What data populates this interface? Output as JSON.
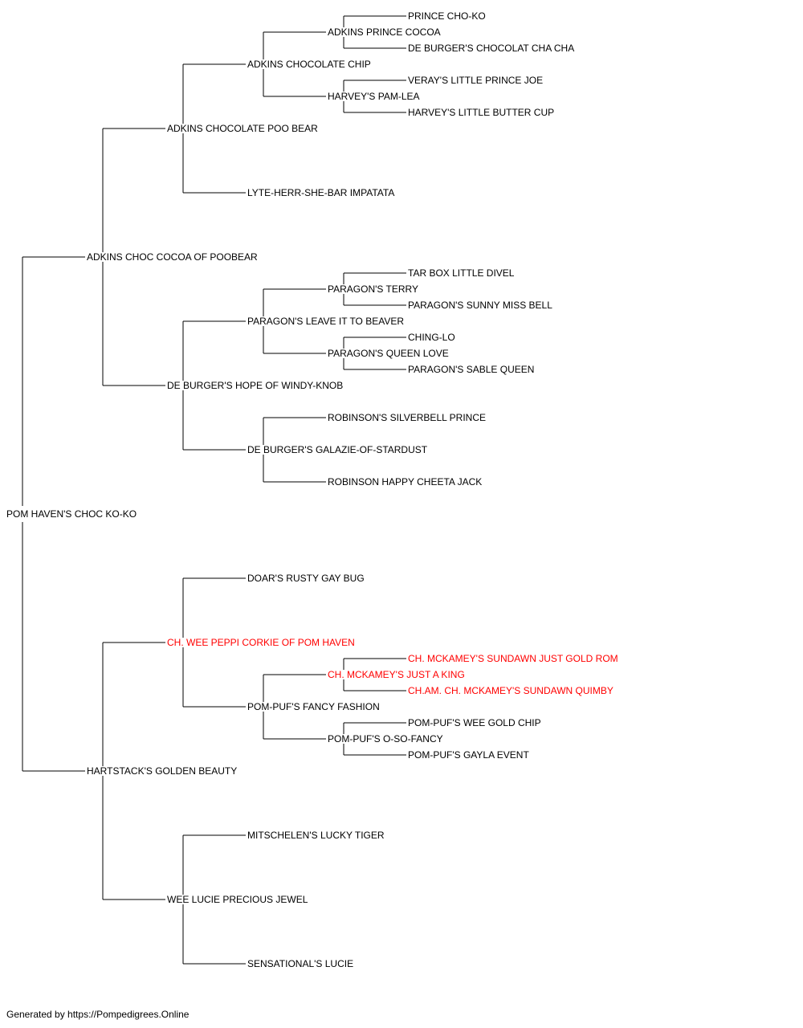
{
  "colors": {
    "normal": "#000000",
    "champion": "#ff0000",
    "line": "#000000"
  },
  "dog": {
    "name": "POM HAVEN'S CHOC KO-KO",
    "champion": false,
    "sire": {
      "name": "ADKINS CHOC COCOA OF POOBEAR",
      "champion": false,
      "sire": {
        "name": "ADKINS CHOCOLATE POO BEAR",
        "champion": false,
        "sire": {
          "name": "ADKINS CHOCOLATE CHIP",
          "champion": false,
          "sire": {
            "name": "ADKINS PRINCE COCOA",
            "champion": false,
            "sire": {
              "name": "PRINCE CHO-KO",
              "champion": false
            },
            "dam": {
              "name": "DE BURGER'S CHOCOLAT CHA CHA",
              "champion": false
            }
          },
          "dam": {
            "name": "HARVEY'S PAM-LEA",
            "champion": false,
            "sire": {
              "name": "VERAY'S LITTLE PRINCE JOE",
              "champion": false
            },
            "dam": {
              "name": "HARVEY'S LITTLE BUTTER CUP",
              "champion": false
            }
          }
        },
        "dam": {
          "name": "LYTE-HERR-SHE-BAR IMPATATA",
          "champion": false
        }
      },
      "dam": {
        "name": "DE BURGER'S HOPE OF WINDY-KNOB",
        "champion": false,
        "sire": {
          "name": "PARAGON'S LEAVE IT TO BEAVER",
          "champion": false,
          "sire": {
            "name": "PARAGON'S TERRY",
            "champion": false,
            "sire": {
              "name": "TAR BOX LITTLE DIVEL",
              "champion": false
            },
            "dam": {
              "name": "PARAGON'S SUNNY MISS BELL",
              "champion": false
            }
          },
          "dam": {
            "name": "PARAGON'S QUEEN LOVE",
            "champion": false,
            "sire": {
              "name": "CHING-LO",
              "champion": false
            },
            "dam": {
              "name": "PARAGON'S SABLE QUEEN",
              "champion": false
            }
          }
        },
        "dam": {
          "name": "DE BURGER'S GALAZIE-OF-STARDUST",
          "champion": false,
          "sire": {
            "name": "ROBINSON'S SILVERBELL PRINCE",
            "champion": false
          },
          "dam": {
            "name": "ROBINSON HAPPY CHEETA JACK",
            "champion": false
          }
        }
      }
    },
    "dam": {
      "name": "HARTSTACK'S GOLDEN BEAUTY",
      "champion": false,
      "sire": {
        "name": "CH. WEE PEPPI CORKIE OF POM HAVEN",
        "champion": true,
        "sire": {
          "name": "DOAR'S RUSTY GAY BUG",
          "champion": false
        },
        "dam": {
          "name": "POM-PUF'S FANCY FASHION",
          "champion": false,
          "sire": {
            "name": "CH. MCKAMEY'S JUST A KING",
            "champion": true,
            "sire": {
              "name": "CH. MCKAMEY'S SUNDAWN JUST GOLD ROM",
              "champion": true
            },
            "dam": {
              "name": "CH.AM. CH. MCKAMEY'S SUNDAWN QUIMBY",
              "champion": true
            }
          },
          "dam": {
            "name": "POM-PUF'S O-SO-FANCY",
            "champion": false,
            "sire": {
              "name": "POM-PUF'S WEE GOLD CHIP",
              "champion": false
            },
            "dam": {
              "name": "POM-PUF'S GAYLA EVENT",
              "champion": false
            }
          }
        }
      },
      "dam": {
        "name": "WEE LUCIE PRECIOUS JEWEL",
        "champion": false,
        "sire": {
          "name": "MITSCHELEN'S LUCKY TIGER",
          "champion": false
        },
        "dam": {
          "name": "SENSATIONAL'S LUCIE",
          "champion": false
        }
      }
    }
  },
  "footer": "Generated by https://Pompedigrees.Online"
}
